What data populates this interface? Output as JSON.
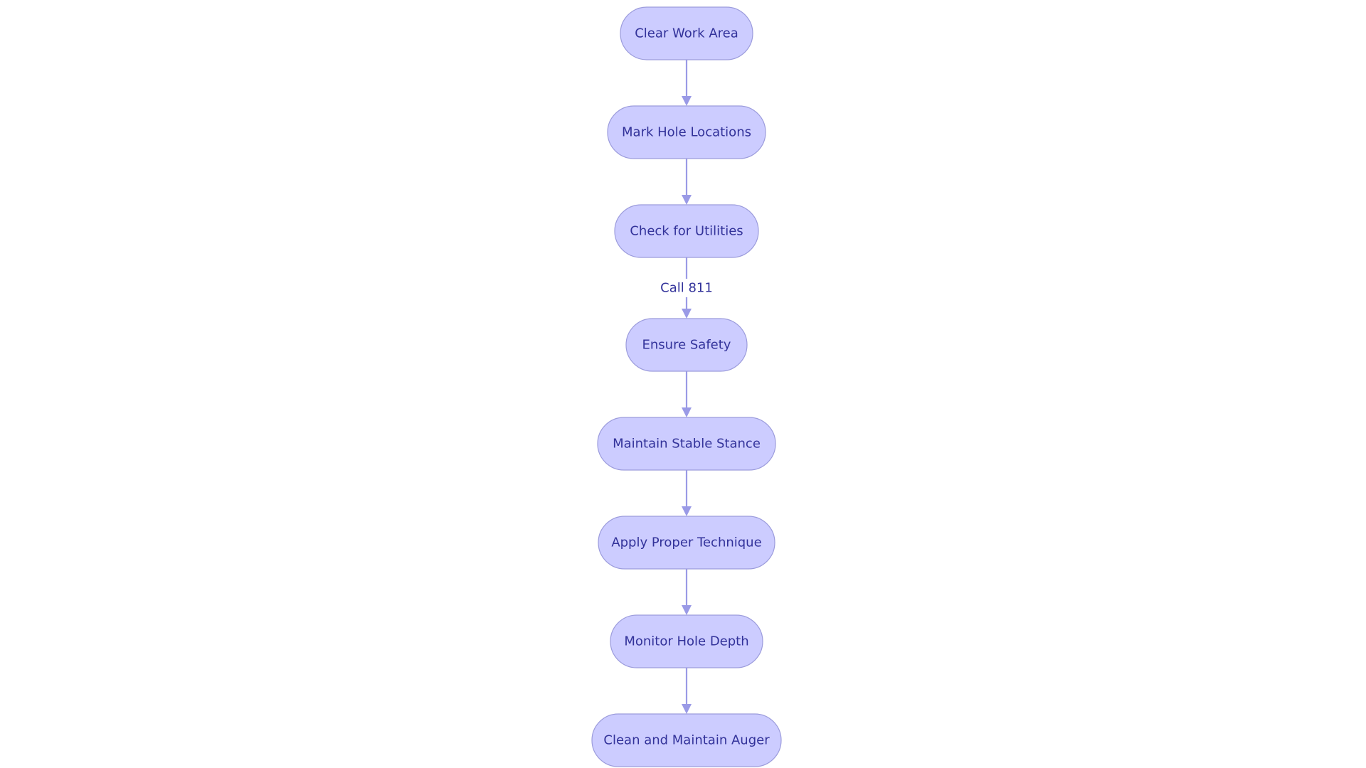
{
  "diagram": {
    "nodes": [
      {
        "id": "n1",
        "label": "Clear Work Area"
      },
      {
        "id": "n2",
        "label": "Mark Hole Locations"
      },
      {
        "id": "n3",
        "label": "Check for Utilities"
      },
      {
        "id": "n4",
        "label": "Ensure Safety"
      },
      {
        "id": "n5",
        "label": "Maintain Stable Stance"
      },
      {
        "id": "n6",
        "label": "Apply Proper Technique"
      },
      {
        "id": "n7",
        "label": "Monitor Hole Depth"
      },
      {
        "id": "n8",
        "label": "Clean and Maintain Auger"
      }
    ],
    "edges": [
      {
        "from": "n1",
        "to": "n2",
        "label": ""
      },
      {
        "from": "n2",
        "to": "n3",
        "label": ""
      },
      {
        "from": "n3",
        "to": "n4",
        "label": "Call 811"
      },
      {
        "from": "n4",
        "to": "n5",
        "label": ""
      },
      {
        "from": "n5",
        "to": "n6",
        "label": ""
      },
      {
        "from": "n6",
        "to": "n7",
        "label": ""
      },
      {
        "from": "n7",
        "to": "n8",
        "label": ""
      }
    ],
    "colors": {
      "node_fill": "#ccccff",
      "node_stroke": "#9c9cdc",
      "text": "#32329a",
      "edge": "#9a9ae6"
    }
  }
}
